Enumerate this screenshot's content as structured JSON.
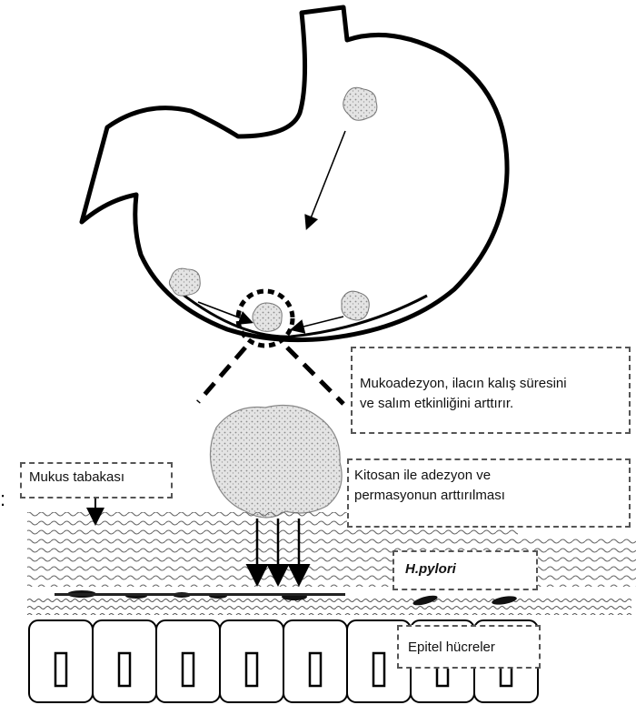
{
  "labels": {
    "mucoadhesion": {
      "line1": "Mukoadezyon, ilacın kalış süresini",
      "line2": "ve salım etkinliğini arttırır."
    },
    "chitosan": {
      "line1": "Kitosan ile adezyon ve",
      "line2": "permasyonun arttırılması"
    },
    "mucus_layer": "Mukus tabakası",
    "h_pylori": "H.pylori",
    "epithelium": "Epitel hücreler"
  },
  "colors": {
    "outline": "#000000",
    "mucus_pattern": "#6a6a6a",
    "particle": "#bdbdbd",
    "box_border": "#555555"
  },
  "icons": [
    "stomach-outline",
    "drug-particle",
    "zoom-circle",
    "down-arrow",
    "bacteria",
    "epithelial-cell"
  ]
}
